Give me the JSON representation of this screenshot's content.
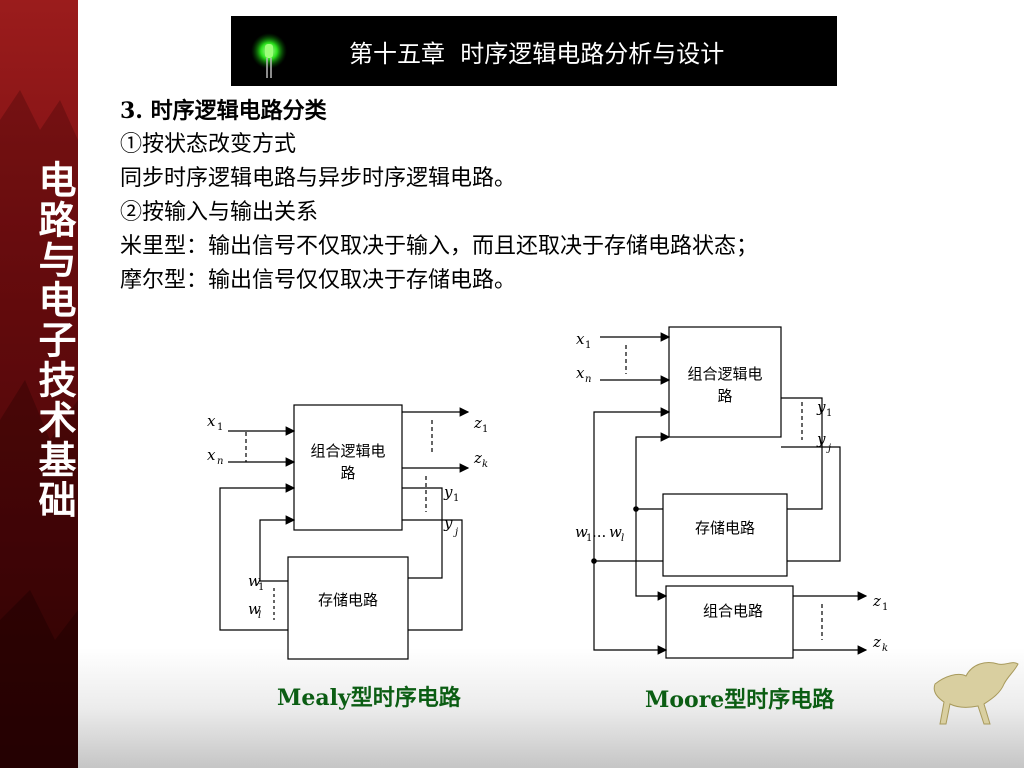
{
  "sidebar": {
    "title": "电路与电子技术基础"
  },
  "header": {
    "title": "第十五章  时序逻辑电路分析与设计",
    "icon": "led-icon"
  },
  "content": {
    "lines": [
      "3. 时序逻辑电路分类",
      "①按状态改变方式",
      "同步时序逻辑电路与异步时序逻辑电路。",
      "②按输入与输出关系",
      "米里型：输出信号不仅取决于输入，而且还取决于存储电路状态；",
      "摩尔型：输出信号仅仅取决于存储电路。"
    ]
  },
  "mealy": {
    "comb_label": "组合逻辑电路",
    "comb_label_l1": "组合逻辑电",
    "comb_label_l2": "路",
    "mem_label": "存储电路",
    "x1": "x",
    "x1_sub": "1",
    "xn": "x",
    "xn_sub": "n",
    "z1": "z",
    "z1_sub": "1",
    "zk": "z",
    "zk_sub": "k",
    "y1": "y",
    "y1_sub": "1",
    "yj": "y",
    "yj_sub": "j",
    "w1": "w",
    "w1_sub": "1",
    "wl": "w",
    "wl_sub": "l",
    "caption": "Mealy型时序电路"
  },
  "moore": {
    "comb_label_l1": "组合逻辑电",
    "comb_label_l2": "路",
    "mem_label": "存储电路",
    "out_label": "组合电路",
    "x1": "x",
    "x1_sub": "1",
    "xn": "x",
    "xn_sub": "n",
    "y1": "y",
    "y1_sub": "1",
    "yj": "y",
    "yj_sub": "j",
    "w_label_a": "w",
    "w_label_a_sub": "1",
    "w_label_mid": "...",
    "w_label_b": "w",
    "w_label_b_sub": "l",
    "z1": "z",
    "z1_sub": "1",
    "zk": "z",
    "zk_sub": "k",
    "caption": "Moore型时序电路"
  },
  "decor": {
    "horse": "horse-icon"
  }
}
